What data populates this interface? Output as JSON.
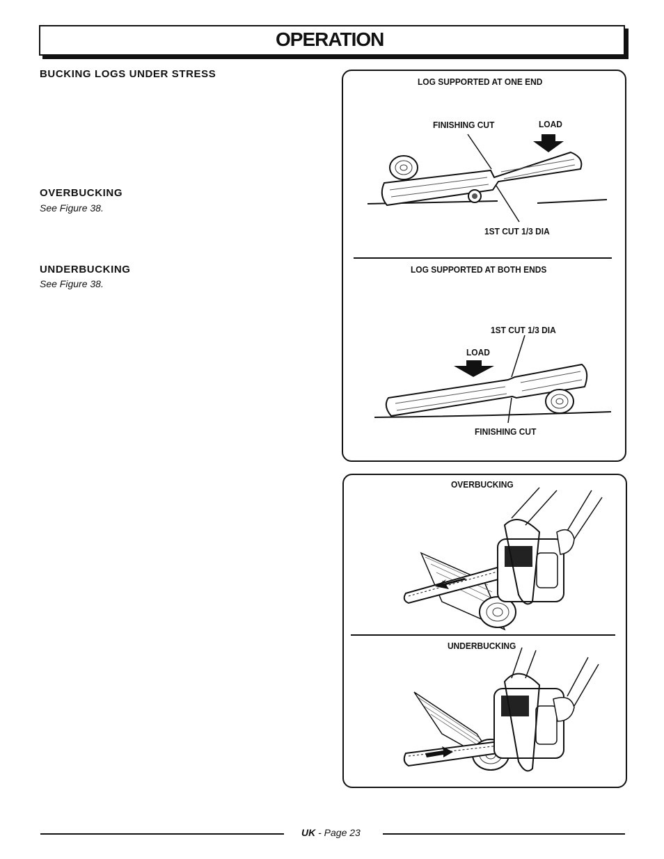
{
  "header": {
    "title": "OPERATION"
  },
  "sections": {
    "bucking_title": "BUCKING LOGS UNDER STRESS",
    "overbucking_title": "OVERBUCKING",
    "overbucking_ref": "See Figure 38.",
    "underbucking_title": "UNDERBUCKING",
    "underbucking_ref": "See Figure 38."
  },
  "figure_top": {
    "one_end_title": "LOG SUPPORTED AT ONE END",
    "finishing_cut_1": "FINISHING CUT",
    "load_1": "LOAD",
    "first_cut_1": "1ST CUT 1/3 DIA",
    "both_ends_title": "LOG SUPPORTED AT BOTH ENDS",
    "first_cut_2": "1ST CUT 1/3 DIA",
    "load_2": "LOAD",
    "finishing_cut_2": "FINISHING CUT"
  },
  "figure_bottom": {
    "overbucking_label": "OVERBUCKING",
    "underbucking_label": "UNDERBUCKING"
  },
  "footer": {
    "region": "UK",
    "page": "- Page 23"
  }
}
